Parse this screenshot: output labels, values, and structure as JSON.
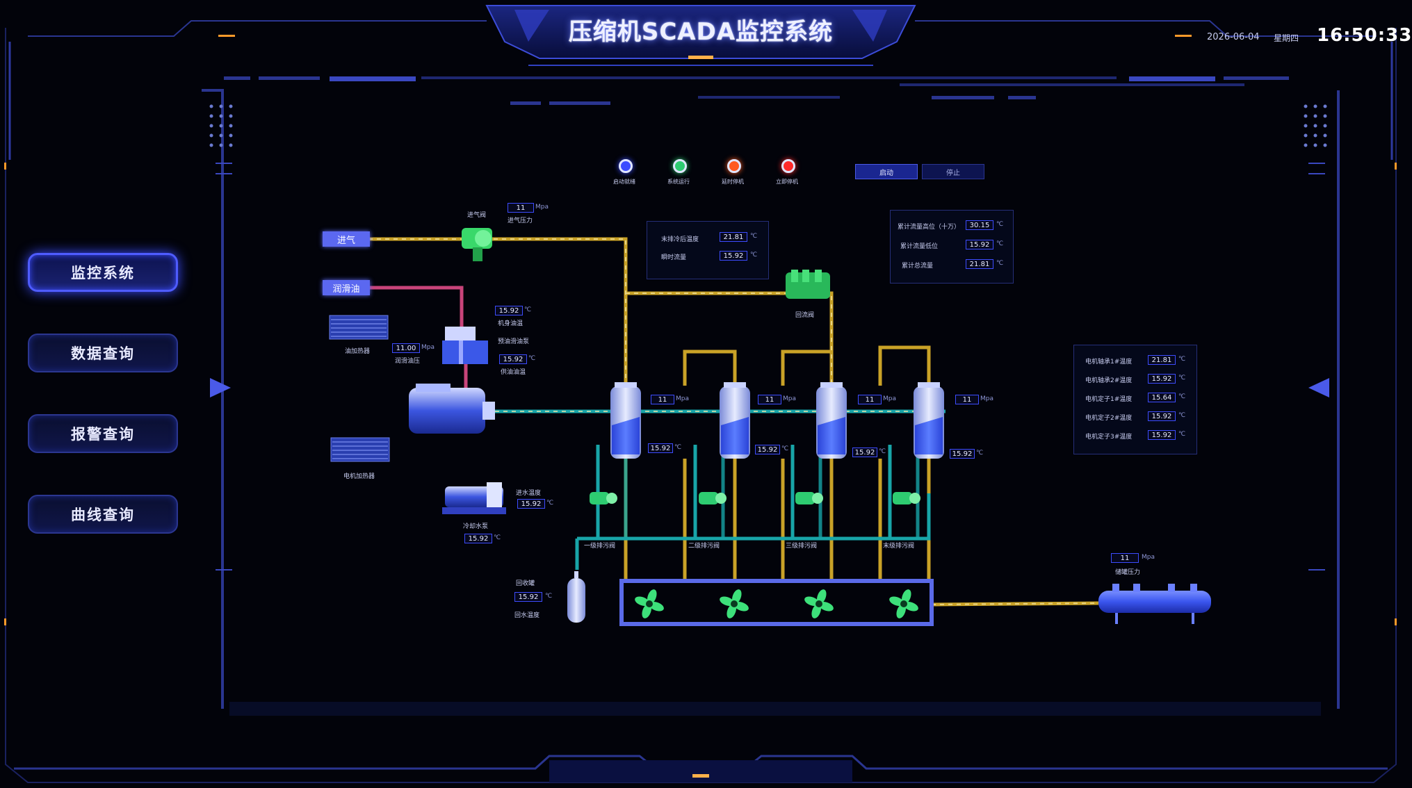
{
  "header": {
    "title": "压缩机SCADA监控系统",
    "date": "2026-06-04",
    "weekday": "星期四",
    "time": "16:50:33"
  },
  "nav": [
    {
      "label": "监控系统",
      "active": true
    },
    {
      "label": "数据查询",
      "active": false
    },
    {
      "label": "报警查询",
      "active": false
    },
    {
      "label": "曲线查询",
      "active": false
    }
  ],
  "status": [
    {
      "label": "启动就绪",
      "color": "#3b4cff"
    },
    {
      "label": "系统运行",
      "color": "#2ecc71"
    },
    {
      "label": "延时停机",
      "color": "#ff5a1f"
    },
    {
      "label": "立即停机",
      "color": "#ff2a2a"
    }
  ],
  "controls": {
    "start": "启动",
    "stop": "停止"
  },
  "inlet": {
    "tag": "进气",
    "valve": "进气阀",
    "pressure_label": "进气压力",
    "pressure": "11",
    "unit": "Mpa"
  },
  "oil": {
    "tag": "润滑油",
    "heater": "油加热器",
    "oil_pressure_label": "润滑油压",
    "oil_pressure": "11.00",
    "machine_oil_temp_label": "机身油温",
    "machine_oil_temp": "15.92",
    "pump_label": "预油滑油泵",
    "supply_temp_label": "供油油温",
    "supply_temp": "15.92"
  },
  "motor": {
    "heater": "电机加热器"
  },
  "cooling": {
    "inlet_temp_label": "进水温度",
    "inlet_temp": "15.92",
    "pump_label": "冷却水泵",
    "pump_temp": "15.92"
  },
  "recycle": {
    "tank_label": "回收罐",
    "temp": "15.92",
    "return_temp_label": "回水温度"
  },
  "info1": {
    "rows": [
      {
        "label": "末排冷后温度",
        "value": "21.81",
        "unit": "℃"
      },
      {
        "label": "瞬时流量",
        "value": "15.92",
        "unit": "℃"
      }
    ]
  },
  "info2": {
    "rows": [
      {
        "label": "累计流量高位（十万）",
        "value": "30.15",
        "unit": "℃"
      },
      {
        "label": "累计流量低位",
        "value": "15.92",
        "unit": "℃"
      },
      {
        "label": "累计总流量",
        "value": "21.81",
        "unit": "℃"
      }
    ]
  },
  "return_valve": "回流阀",
  "stages": [
    {
      "pressure": "11",
      "temp": "15.92",
      "drain": "一级排污阀"
    },
    {
      "pressure": "11",
      "temp": "15.92",
      "drain": "二级排污阀"
    },
    {
      "pressure": "11",
      "temp": "15.92",
      "drain": "三级排污阀"
    },
    {
      "pressure": "11",
      "temp": "15.92",
      "drain": "末级排污阀"
    }
  ],
  "stage_unit_p": "Mpa",
  "stage_unit_t": "℃",
  "motor_temps": {
    "rows": [
      {
        "label": "电机轴承1#温度",
        "value": "21.81",
        "unit": "℃"
      },
      {
        "label": "电机轴承2#温度",
        "value": "15.92",
        "unit": "℃"
      },
      {
        "label": "电机定子1#温度",
        "value": "15.64",
        "unit": "℃"
      },
      {
        "label": "电机定子2#温度",
        "value": "15.92",
        "unit": "℃"
      },
      {
        "label": "电机定子3#温度",
        "value": "15.92",
        "unit": "℃"
      }
    ]
  },
  "storage": {
    "pressure": "11",
    "unit": "Mpa",
    "label": "储罐压力"
  },
  "icons": {
    "status": "status-lamp-icon",
    "fan": "fan-icon",
    "valve": "valve-icon",
    "motor": "motor-icon",
    "tank": "tank-icon"
  }
}
